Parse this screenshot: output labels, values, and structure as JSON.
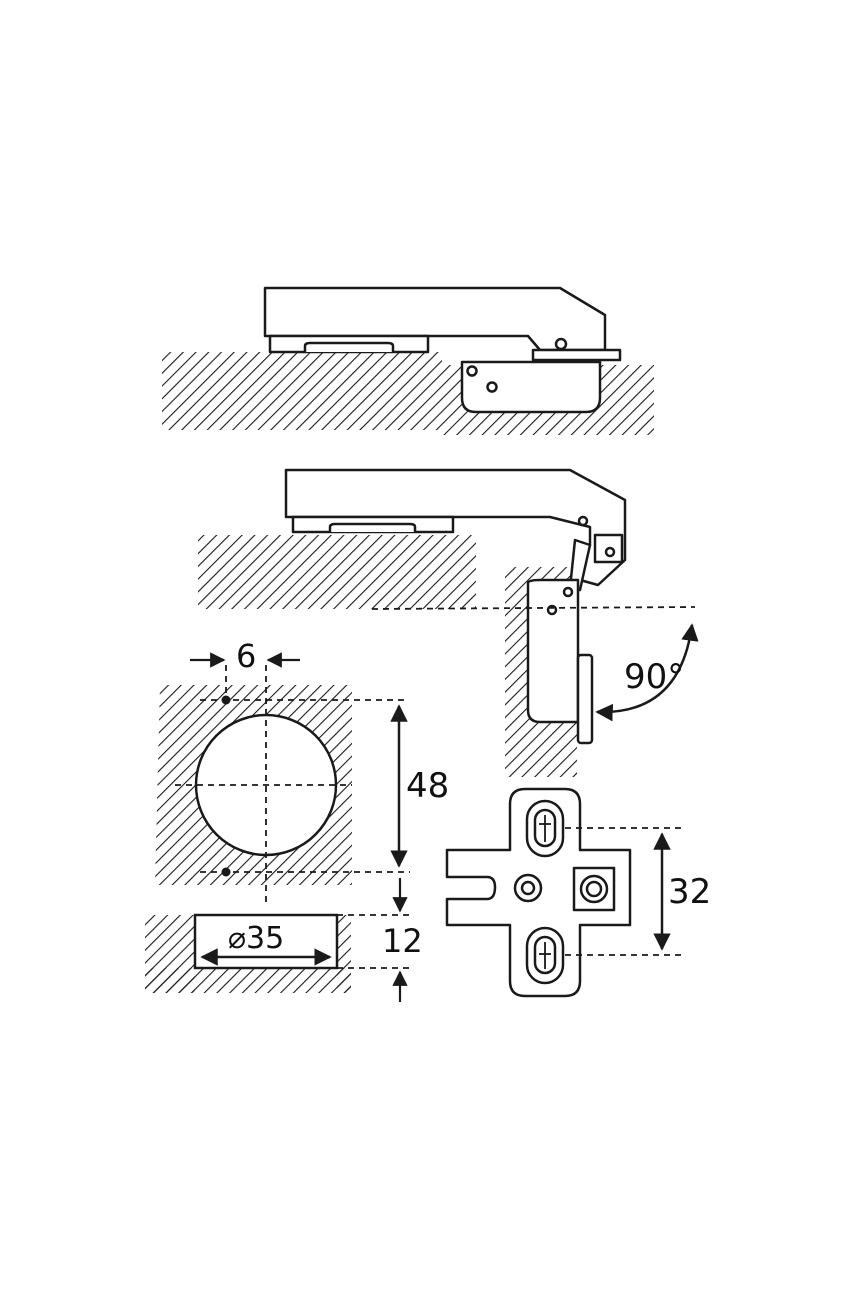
{
  "diagram": {
    "ink_color": "#1a1a1a",
    "background": "#ffffff",
    "dimensions": {
      "offset_label": "6",
      "spacing_label": "48",
      "depth_label": "12",
      "diameter_label": "⌀35",
      "plate_spacing_label": "32",
      "angle_label": "90°"
    }
  }
}
